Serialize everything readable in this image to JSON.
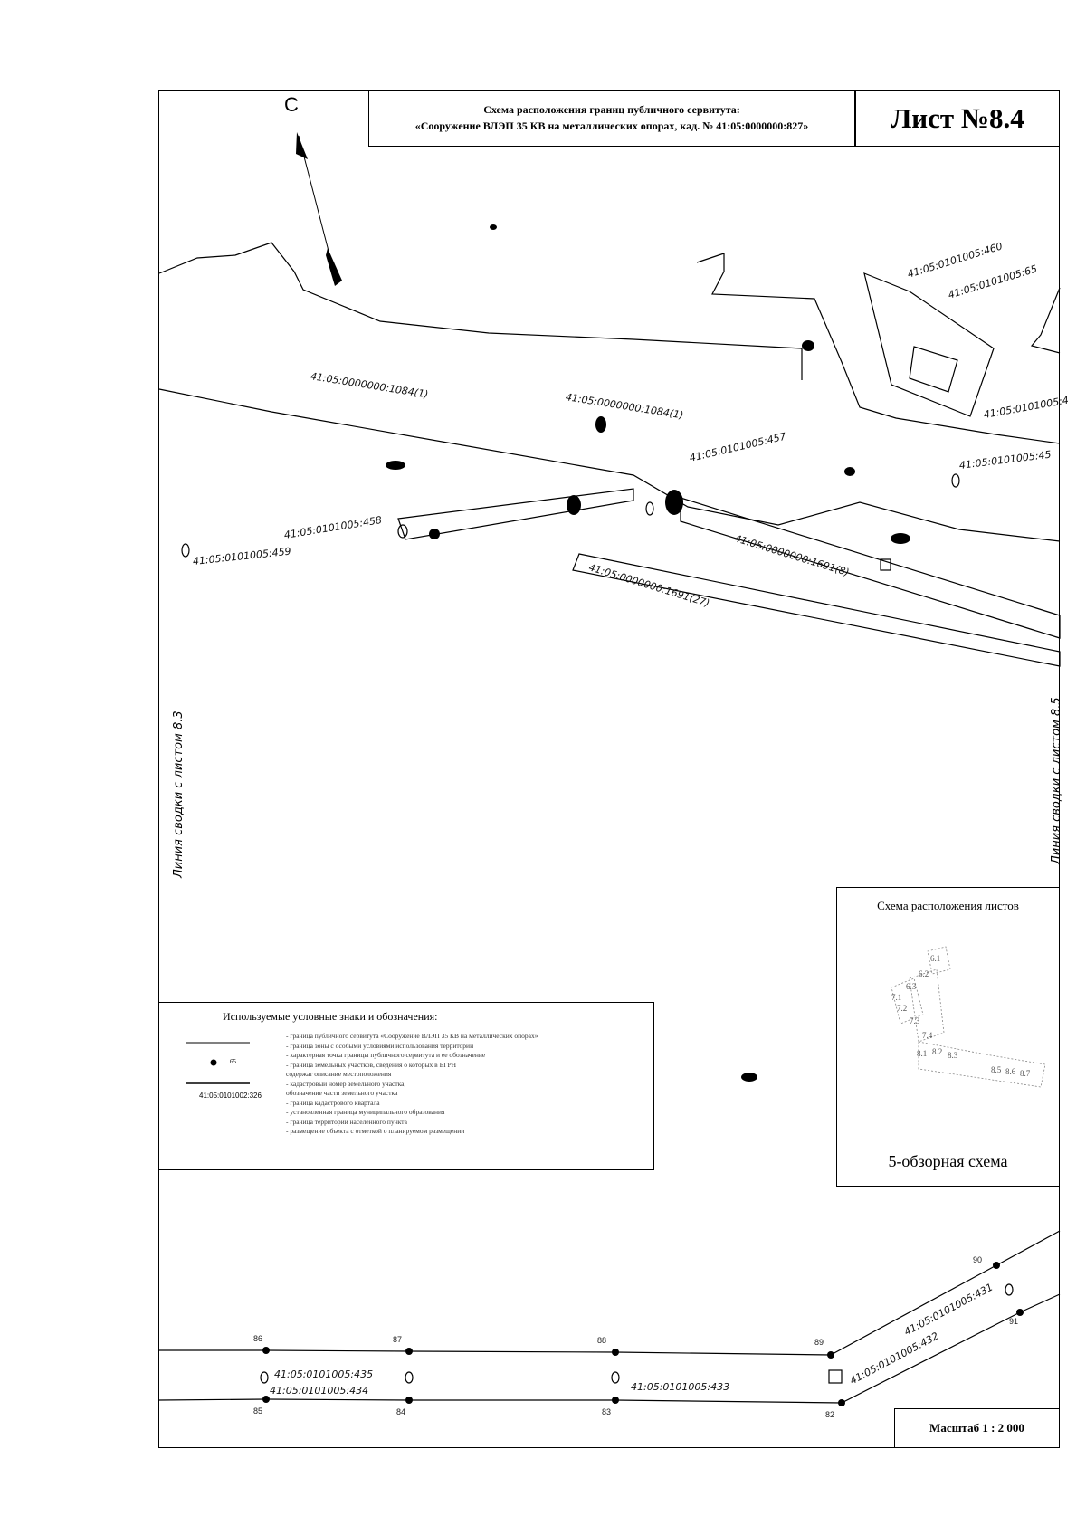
{
  "title": {
    "line1": "Схема расположения границ публичного сервитута:",
    "line2": "«Сооружение ВЛЭП 35 КВ на металлических опорах, кад. № 41:05:0000000:827»"
  },
  "sheet_number": "Лист №8.4",
  "north_label": "С",
  "seam_left": "Линия сводки с листом 8.3",
  "seam_right": "Линия сводки с листом 8.5",
  "parcels": [
    "41:05:0101005:460",
    "41:05:0101005:65",
    "41:05:0000000:1084(1)",
    "41:05:0000000:1084(1)",
    "41:05:0101005:4",
    "41:05:0101005:457",
    "41:05:0101005:45",
    "41:05:0101005:458",
    "41:05:0101005:459",
    "41:05:0000000:1691(8)",
    "41:05:0000000:1691(27)"
  ],
  "bottom_parcels": [
    "41:05:0101005:435",
    "41:05:0101005:434",
    "41:05:0101005:433",
    "41:05:0101005:432",
    "41:05:0101005:431"
  ],
  "points": [
    "86",
    "87",
    "88",
    "89",
    "90",
    "85",
    "84",
    "83",
    "82",
    "91"
  ],
  "legend": {
    "title": "Используемые условные знаки и обозначения:",
    "code_example": "41:05:0101002:326",
    "point_example": "65",
    "items": [
      "- граница публичного сервитута «Сооружение ВЛЭП 35 КВ на металлических опорах»",
      "- граница зоны с особыми условиями использования территории",
      "- характерная точка границы публичного сервитута и ее обозначение",
      "- граница земельных участков, сведения о которых в ЕГРН",
      "  содержат описание местоположения",
      "- кадастровый номер земельного участка,",
      "  обозначение части земельного участка",
      "- граница кадастрового квартала",
      "- установленная граница муниципального образования",
      "- граница территории населённого пункта",
      "- размещение объекта с отметкой о планируемом размещении"
    ]
  },
  "overview": {
    "title": "Схема расположения листов",
    "caption": "5-обзорная схема",
    "sheets": [
      "6.1",
      "6.2",
      "6.3",
      "7.1",
      "7.2",
      "7.3",
      "7.4",
      "8.1",
      "8.2",
      "8.3",
      "8.5",
      "8.6",
      "8.7"
    ]
  },
  "scale": "Масштаб 1 : 2 000"
}
